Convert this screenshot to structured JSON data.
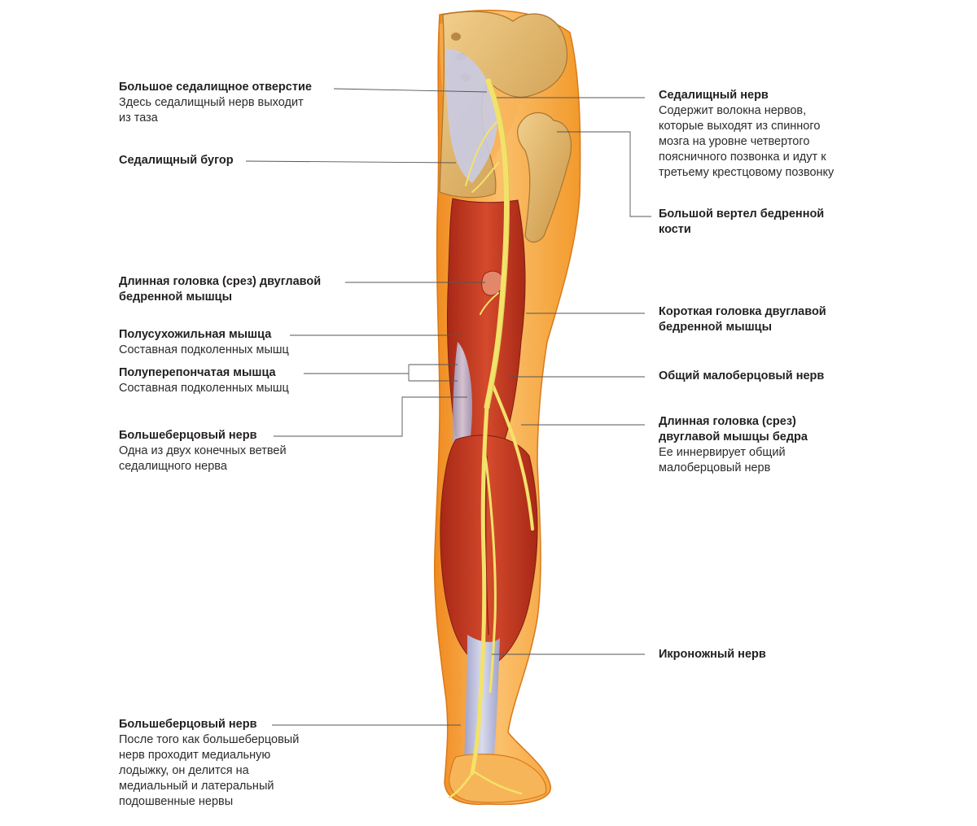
{
  "colors": {
    "skin": "#f6a43a",
    "skin_light": "#fbc16c",
    "muscle": "#c8321f",
    "muscle_dark": "#9c2414",
    "bone": "#e3b66a",
    "tendon": "#b8b8d6",
    "nerve": "#f3e26a",
    "leader_line": "#555555"
  },
  "labels": {
    "sciatic_foramen": {
      "title": "Большое седалищное отверстие",
      "desc": "Здесь седалищный нерв выходит\nиз таза"
    },
    "ischial_tuberosity": {
      "title": "Седалищный бугор"
    },
    "biceps_long_head_cut": {
      "title": "Длинная головка (срез) двуглавой\nбедренной мышцы"
    },
    "semitendinosus": {
      "title": "Полусухожильная мышца",
      "desc": "Составная подколенных мышц"
    },
    "semimembranosus": {
      "title": "Полуперепончатая мышца",
      "desc": "Составная подколенных мышц"
    },
    "tibial_nerve_upper": {
      "title": "Большеберцовый нерв",
      "desc": "Одна из двух конечных ветвей\nседалищного нерва"
    },
    "tibial_nerve_lower": {
      "title": "Большеберцовый нерв",
      "desc": "После того как большеберцовый\nнерв проходит медиальную\nлодыжку, он делится на\nмедиальный и латеральный\nподошвенные нервы"
    },
    "sciatic_nerve": {
      "title": "Седалищный нерв",
      "desc": "Содержит волокна нервов,\nкоторые выходят из спинного\nмозга на уровне четвертого\nпоясничного позвонка и идут к\nтретьему крестцовому позвонку"
    },
    "greater_trochanter": {
      "title": "Большой вертел бедренной\nкости"
    },
    "biceps_short_head": {
      "title": "Короткая головка двуглавой\nбедренной мышцы"
    },
    "common_peroneal_nerve": {
      "title": "Общий малоберцовый нерв"
    },
    "biceps_long_head_thigh": {
      "title": "Длинная головка (срез)\nдвуглавой мышцы бедра",
      "desc": "Ее иннервирует общий\nмалоберцовый нерв"
    },
    "sural_nerve": {
      "title": "Икроножный нерв"
    }
  }
}
